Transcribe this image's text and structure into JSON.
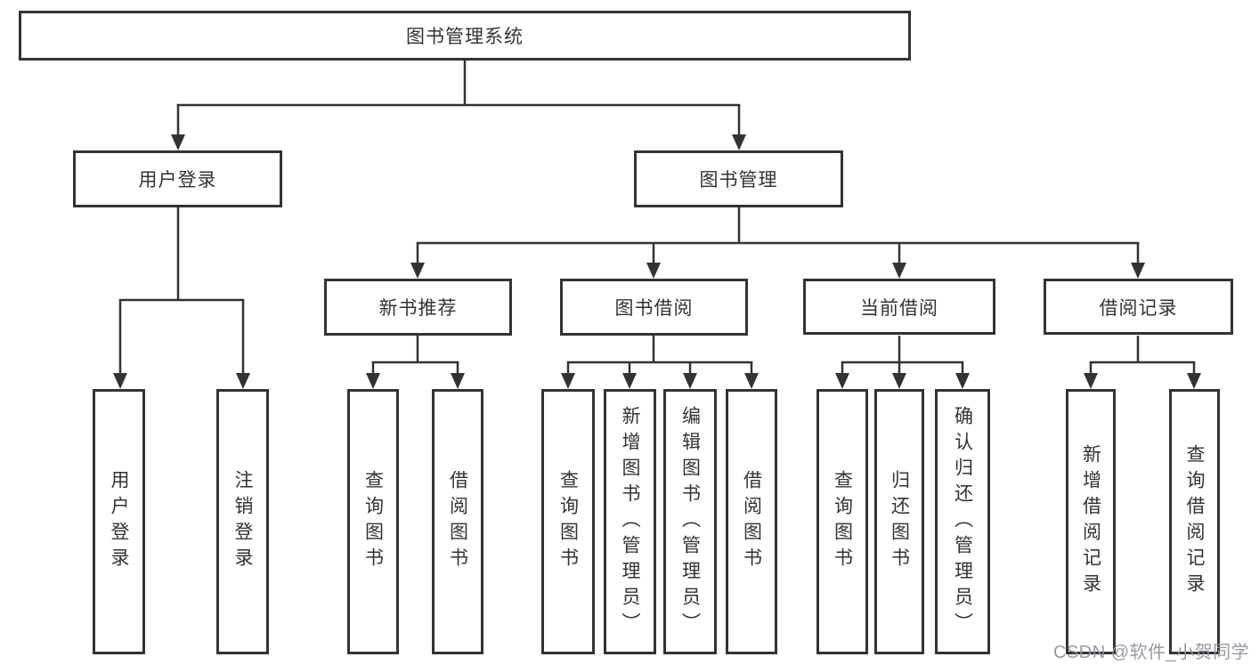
{
  "diagram_title": "图书管理系统",
  "tree": {
    "label": "图书管理系统",
    "children": [
      {
        "label": "用户登录",
        "children": [
          {
            "label": "用户登录"
          },
          {
            "label": "注销登录"
          }
        ]
      },
      {
        "label": "图书管理",
        "children": [
          {
            "label": "新书推荐",
            "children": [
              {
                "label": "查询图书"
              },
              {
                "label": "借阅图书"
              }
            ]
          },
          {
            "label": "图书借阅",
            "children": [
              {
                "label": "查询图书"
              },
              {
                "label": "新增图书（管理员）"
              },
              {
                "label": "编辑图书（管理员）"
              },
              {
                "label": "借阅图书"
              }
            ]
          },
          {
            "label": "当前借阅",
            "children": [
              {
                "label": "查询图书"
              },
              {
                "label": "归还图书"
              },
              {
                "label": "确认归还（管理员）"
              }
            ]
          },
          {
            "label": "借阅记录",
            "children": [
              {
                "label": "新增借阅记录"
              },
              {
                "label": "查询借阅记录"
              }
            ]
          }
        ]
      }
    ]
  },
  "watermark": "CSDN @软件_小贺同学",
  "colors": {
    "line": "#333333",
    "box_border": "#333333",
    "text": "#333333",
    "background": "#ffffff",
    "watermark": "#94949e"
  }
}
